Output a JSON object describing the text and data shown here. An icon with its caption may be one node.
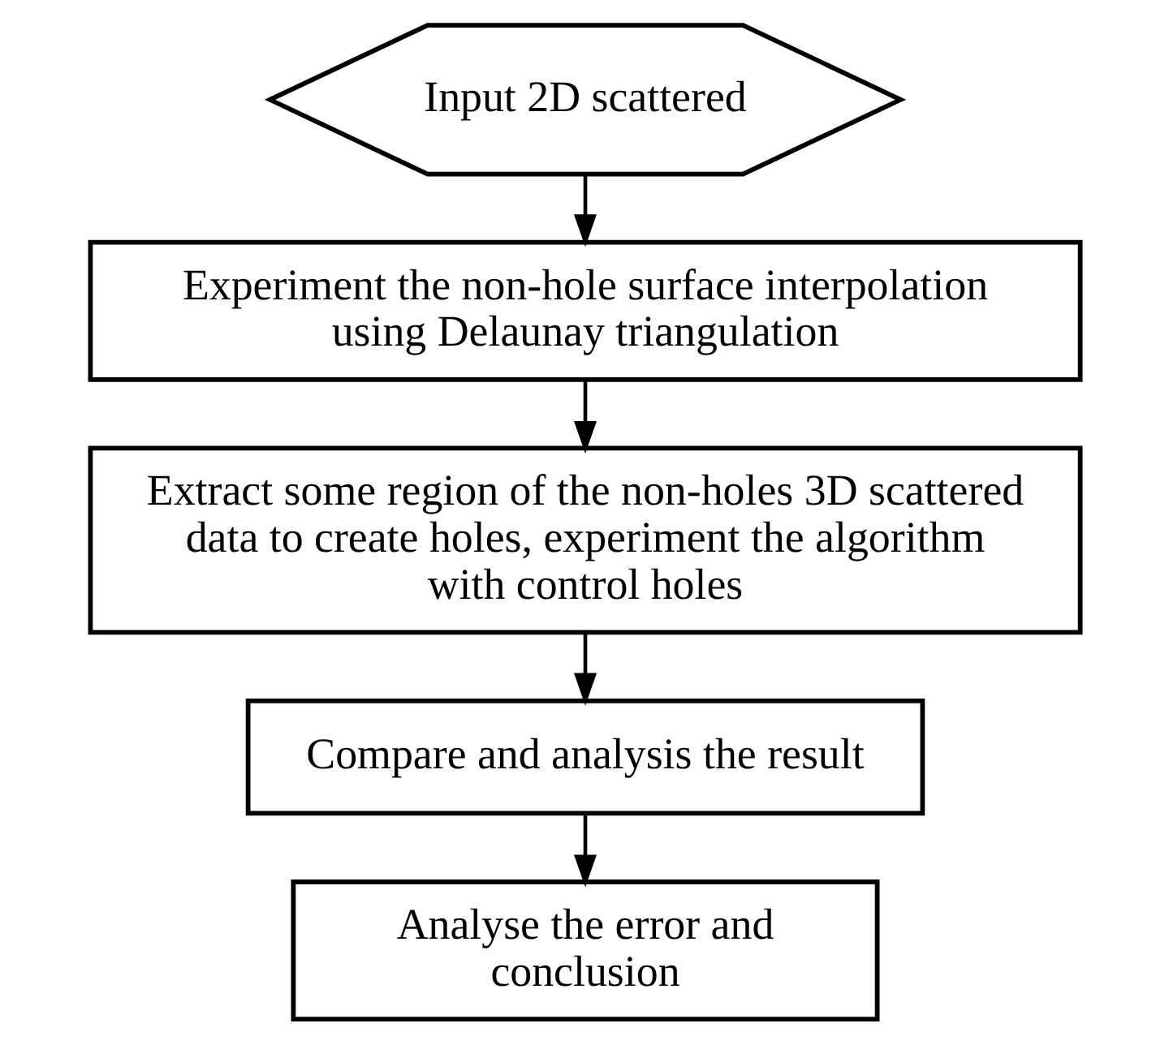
{
  "diagram": {
    "nodes": [
      {
        "text": [
          "Input 2D scattered"
        ]
      },
      {
        "text": [
          "Experiment the non-hole surface interpolation using Delaunay triangulation"
        ]
      },
      {
        "text": [
          "Extract some region of the non-holes 3D scattered data to create holes, experiment the algorithm with control holes"
        ]
      },
      {
        "text": [
          "Compare and analysis the result"
        ]
      },
      {
        "text": [
          "Analyse the error and conclusion"
        ]
      }
    ],
    "edges": [
      {
        "from": 0,
        "to": 1,
        "arrow": "to"
      },
      {
        "from": 1,
        "to": 2,
        "arrow": "to"
      },
      {
        "from": 2,
        "to": 3,
        "arrow": "to"
      },
      {
        "from": 3,
        "to": 4,
        "arrow": "to"
      }
    ]
  }
}
